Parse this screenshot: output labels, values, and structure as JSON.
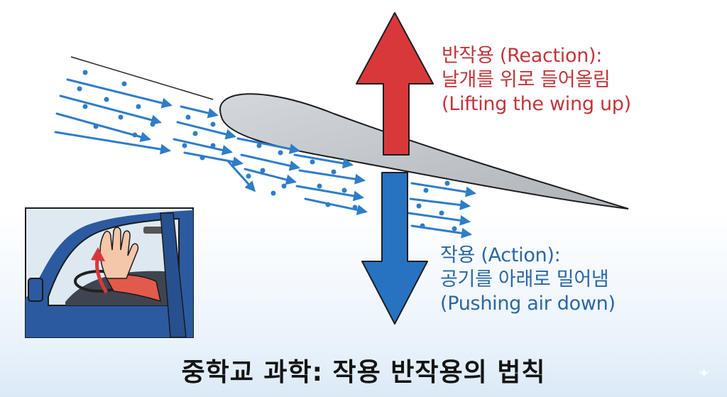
{
  "reaction": {
    "label": "반작용 (Reaction):",
    "description_ko": "날개를 위로 들어올림",
    "description_en": "(Lifting the wing up)"
  },
  "action": {
    "label": "작용 (Action):",
    "description_ko": "공기를 아래로 밀어냄",
    "description_en": "(Pushing air down)"
  },
  "title": "중학교 과학: 작용 반작용의 법칙",
  "colors": {
    "reaction_arrow": "#d9383b",
    "action_arrow": "#2872c2",
    "airflow": "#2e7dc9",
    "wing": "#c3c7cc"
  },
  "icons": {
    "sparkle": "✦"
  }
}
